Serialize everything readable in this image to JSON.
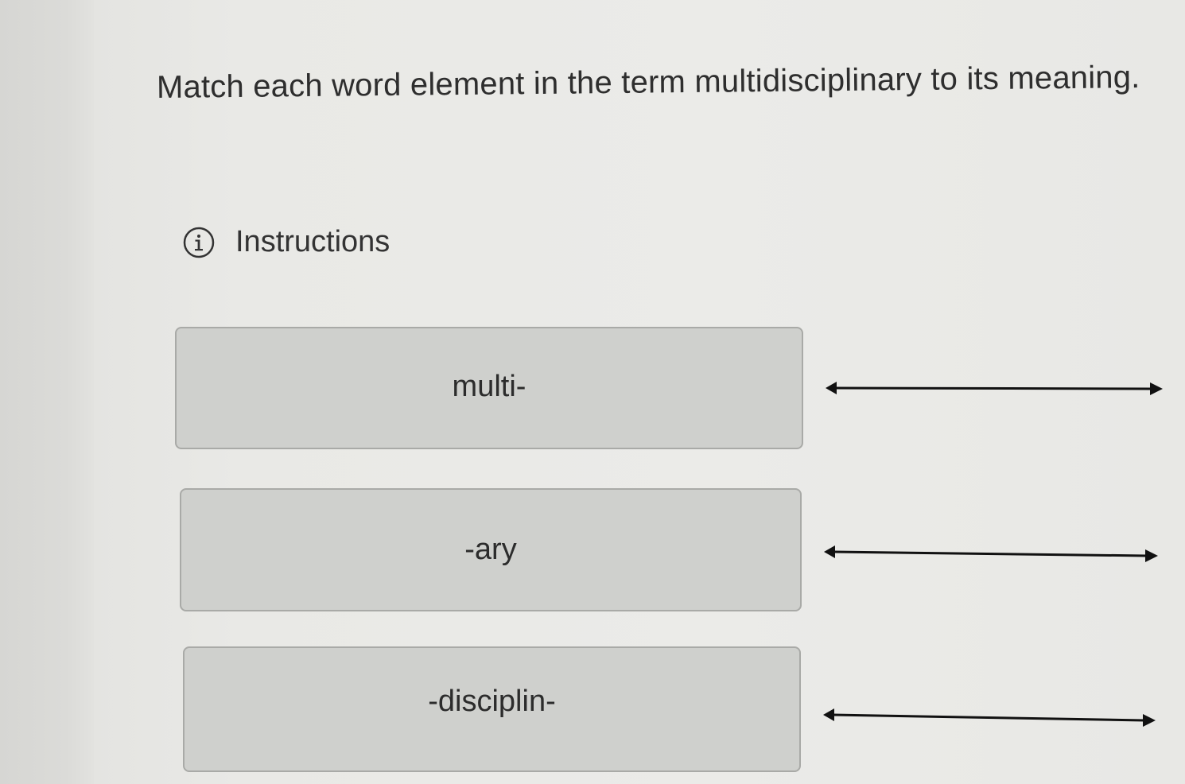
{
  "question": {
    "text": "Match each word element in the term multidisciplinary to its meaning."
  },
  "instructions": {
    "icon": "info-icon",
    "label": "Instructions"
  },
  "terms": [
    {
      "label": "multi-"
    },
    {
      "label": "-ary"
    },
    {
      "label": "-disciplin-"
    }
  ],
  "colors": {
    "background": "#ebebe8",
    "term_box": "#cfd0cd",
    "term_border": "#a9aaa7",
    "arrow": "#111111",
    "text": "#2c2c2c"
  }
}
